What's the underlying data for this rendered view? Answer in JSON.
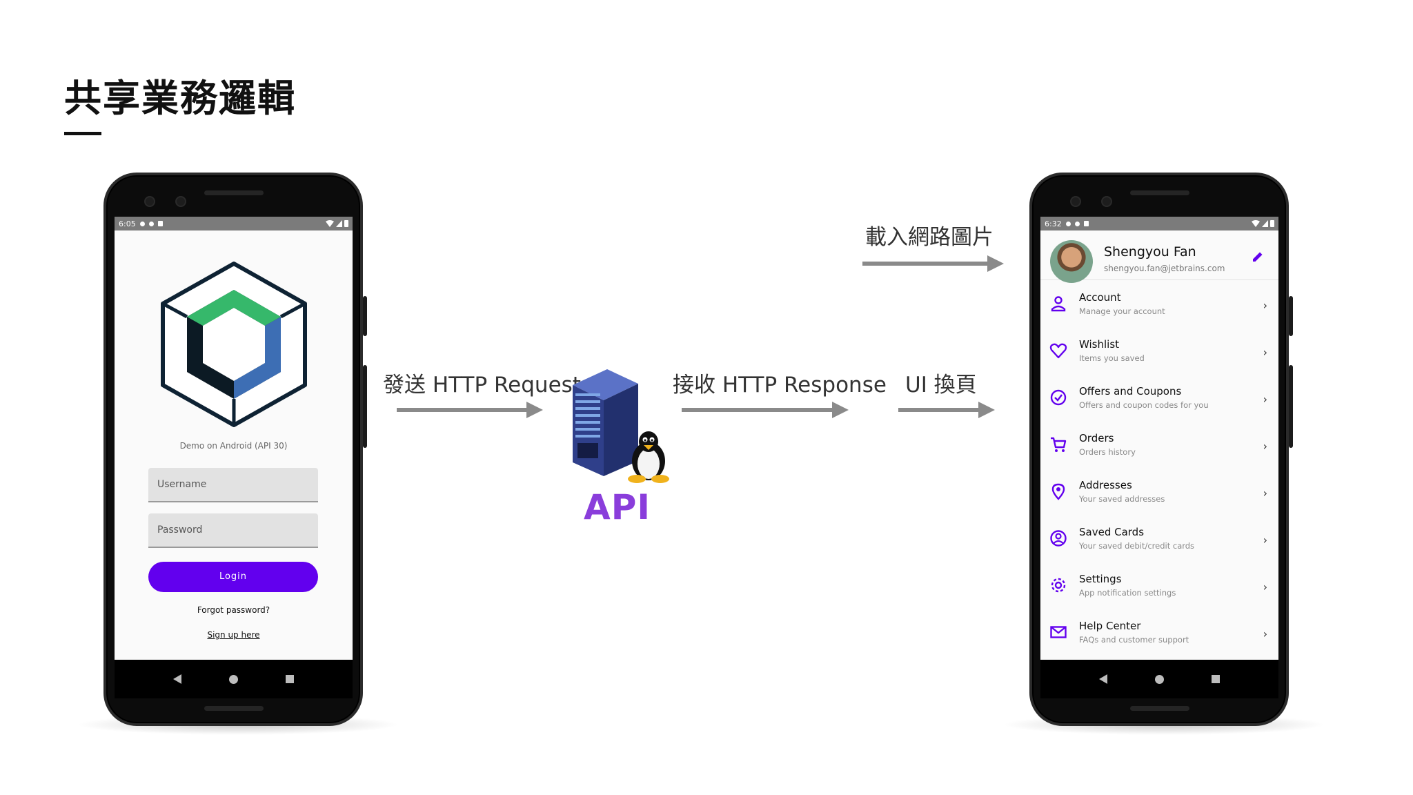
{
  "slide": {
    "title": "共享業務邏輯"
  },
  "flow": {
    "send_request": "發送 HTTP Request",
    "api_label": "API",
    "receive_response": "接收 HTTP Response",
    "ui_switch": "UI 換頁",
    "load_image": "載入網路圖片"
  },
  "login_phone": {
    "status_time": "6:05",
    "demo_label": "Demo on Android (API 30)",
    "username_placeholder": "Username",
    "password_placeholder": "Password",
    "login_label": "Login",
    "forgot_label": "Forgot password?",
    "signup_label": "Sign up here"
  },
  "profile_phone": {
    "status_time": "6:32",
    "name": "Shengyou Fan",
    "email": "shengyou.fan@jetbrains.com",
    "menu": [
      {
        "title": "Account",
        "subtitle": "Manage your account",
        "icon": "person-icon"
      },
      {
        "title": "Wishlist",
        "subtitle": "Items you saved",
        "icon": "heart-icon"
      },
      {
        "title": "Offers and Coupons",
        "subtitle": "Offers and coupon codes for you",
        "icon": "check-circle-icon"
      },
      {
        "title": "Orders",
        "subtitle": "Orders history",
        "icon": "cart-icon"
      },
      {
        "title": "Addresses",
        "subtitle": "Your saved addresses",
        "icon": "location-pin-icon"
      },
      {
        "title": "Saved Cards",
        "subtitle": "Your saved debit/credit cards",
        "icon": "account-circle-icon"
      },
      {
        "title": "Settings",
        "subtitle": "App notification settings",
        "icon": "gear-icon"
      },
      {
        "title": "Help Center",
        "subtitle": "FAQs and customer support",
        "icon": "mail-icon"
      }
    ]
  },
  "colors": {
    "accent": "#6200ee",
    "api": "#8a3ddb",
    "arrow": "#8a8a8a",
    "icon_purple": "#6200ee"
  }
}
